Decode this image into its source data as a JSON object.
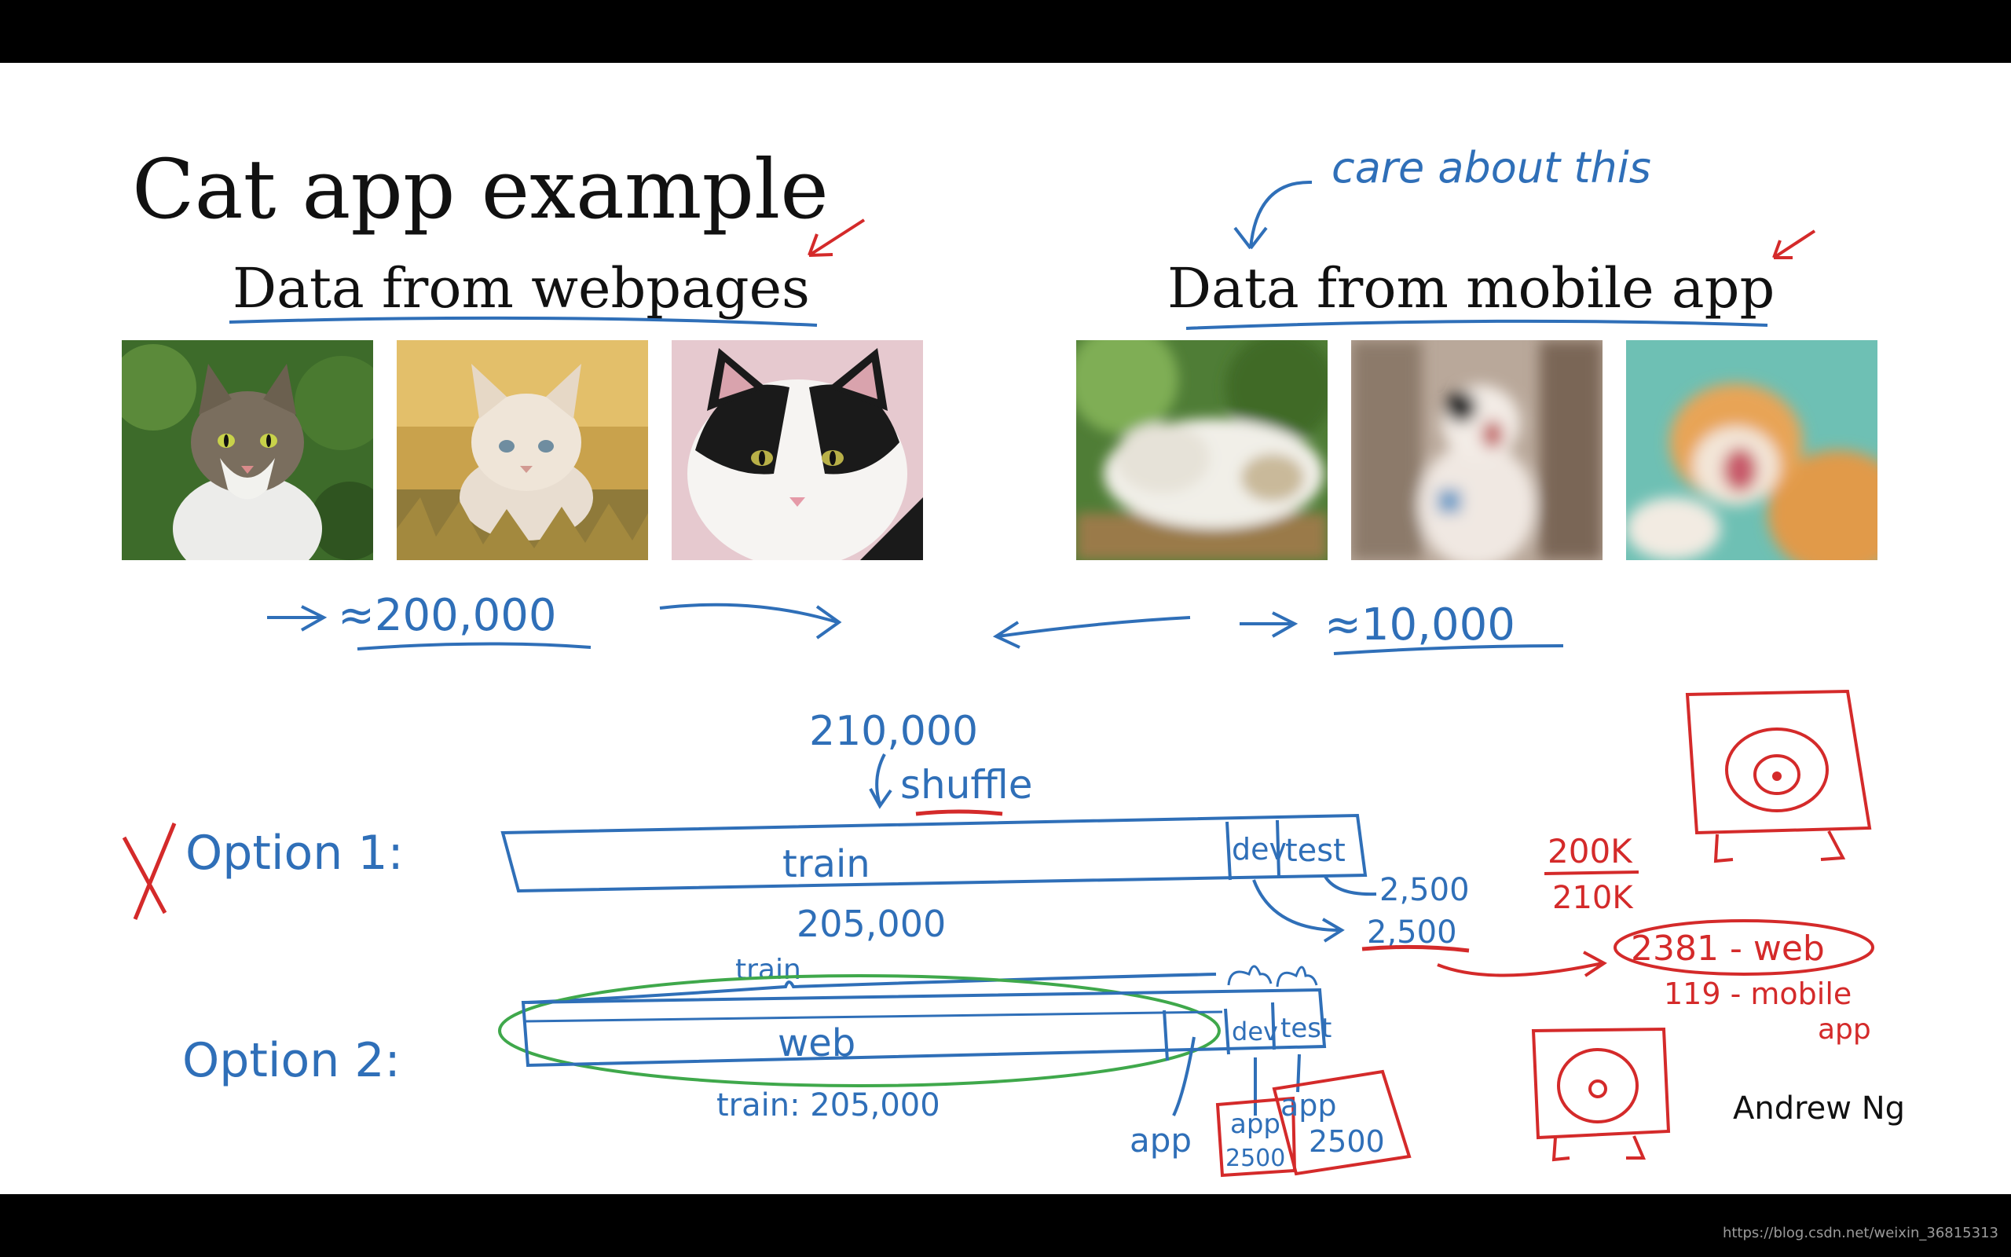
{
  "slide": {
    "title": "Cat app example",
    "left_heading": "Data from webpages",
    "right_heading": "Data from mobile app",
    "author": "Andrew Ng",
    "webpage_photos": [
      "webpage-cat-photo-1",
      "webpage-cat-photo-2",
      "webpage-cat-photo-3"
    ],
    "app_photos": [
      "app-cat-photo-1",
      "app-cat-photo-2",
      "app-cat-photo-3"
    ]
  },
  "annotations": {
    "care": "care about this",
    "web_count": "≈200,000",
    "app_count": "≈10,000",
    "total": "210,000",
    "shuffle": "shuffle",
    "option1": "Option 1:",
    "option2": "Option 2:",
    "train": "train",
    "dev": "dev",
    "test": "test",
    "train_count": "205,000",
    "dev_count": "2,500",
    "test_count": "2,500",
    "ratio_top": "200K",
    "ratio_bottom": "210K",
    "web_split": "2381 - web",
    "mobile_split_1": "119 - mobile",
    "mobile_split_2": "app",
    "opt2_train_label": "train",
    "opt2_web": "web",
    "opt2_train_count": "train: 205,000",
    "opt2_app": "app",
    "opt2_app_dev": "app",
    "opt2_app_test": "app",
    "opt2_dev_count": "2500",
    "opt2_test_count": "2500"
  },
  "colors": {
    "ink_blue": "#2f6fb8",
    "ink_red": "#d42a2a",
    "ink_green": "#3fa84b"
  },
  "footer": {
    "url": "https://blog.csdn.net/weixin_36815313"
  }
}
